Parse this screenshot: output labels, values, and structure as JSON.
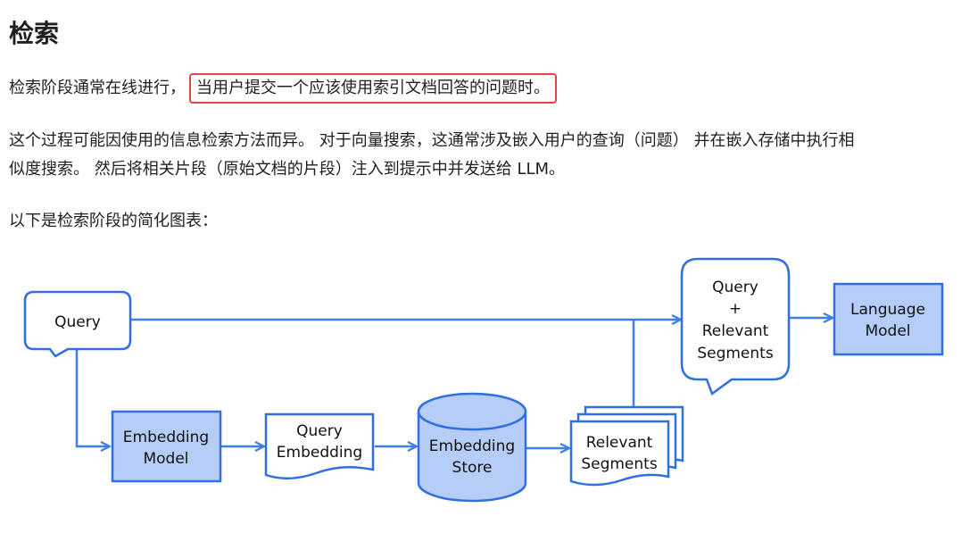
{
  "heading": "检索",
  "paragraphs": {
    "intro_prefix": "检索阶段通常在线进行，",
    "intro_highlight": "当用户提交一个应该使用索引文档回答的问题时。",
    "body_line1": "这个过程可能因使用的信息检索方法而异。 对于向量搜索，这通常涉及嵌入用户的查询（问题） 并在嵌入存储中执行相",
    "body_line2": "似度搜索。 然后将相关片段（原始文档的片段）注入到提示中并发送给 LLM。",
    "diagram_intro": "以下是检索阶段的简化图表："
  },
  "diagram": {
    "nodes": {
      "query": [
        "Query"
      ],
      "embedding_model": [
        "Embedding",
        "Model"
      ],
      "query_embedding": [
        "Query",
        "Embedding"
      ],
      "embedding_store": [
        "Embedding",
        "Store"
      ],
      "relevant_segments": [
        "Relevant",
        "Segments"
      ],
      "query_plus_segments": [
        "Query",
        "+",
        "Relevant",
        "Segments"
      ],
      "language_model": [
        "Language",
        "Model"
      ]
    },
    "colors": {
      "stroke": "#2f6fe0",
      "fill_blue": "#b6cdf7",
      "fill_white": "#ffffff",
      "arrow": "#3d7fe6",
      "highlight_border": "#e0463f"
    }
  }
}
